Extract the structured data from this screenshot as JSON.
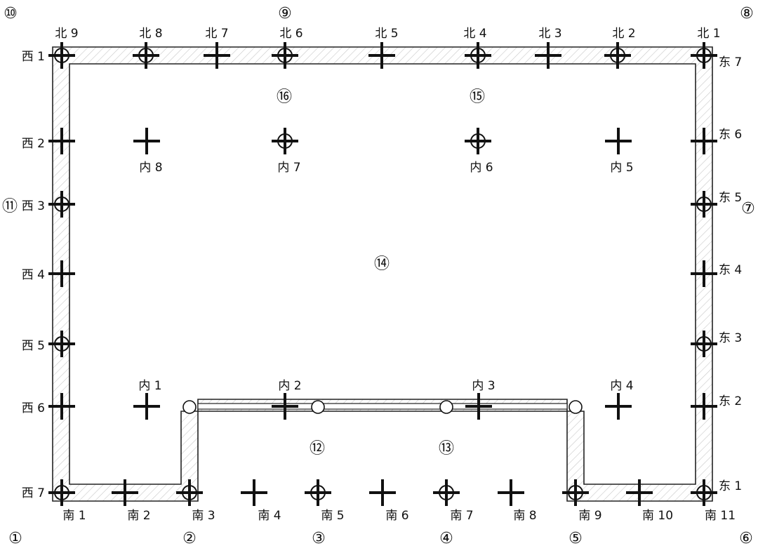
{
  "circled_numbers": [
    "①",
    "②",
    "③",
    "④",
    "⑤",
    "⑥",
    "⑦",
    "⑧",
    "⑨",
    "⑩",
    "⑪",
    "⑫",
    "⑬",
    "⑭",
    "⑮",
    "⑯"
  ],
  "markers": {
    "north": [
      "北 9",
      "北 8",
      "北 7",
      "北 6",
      "北 5",
      "北 4",
      "北 3",
      "北 2",
      "北 1"
    ],
    "east": [
      "东 7",
      "东 6",
      "东 5",
      "东 4",
      "东 3",
      "东 2",
      "东 1"
    ],
    "west": [
      "西 1",
      "西 2",
      "西 3",
      "西 4",
      "西 5",
      "西 6",
      "西 7"
    ],
    "south": [
      "南 1",
      "南 2",
      "南 3",
      "南 4",
      "南 5",
      "南 6",
      "南 7",
      "南 8",
      "南 9",
      "南 10",
      "南 11"
    ],
    "inner": [
      "内 1",
      "内 2",
      "内 3",
      "内 4",
      "内 5",
      "内 6",
      "内 7",
      "内 8"
    ]
  }
}
